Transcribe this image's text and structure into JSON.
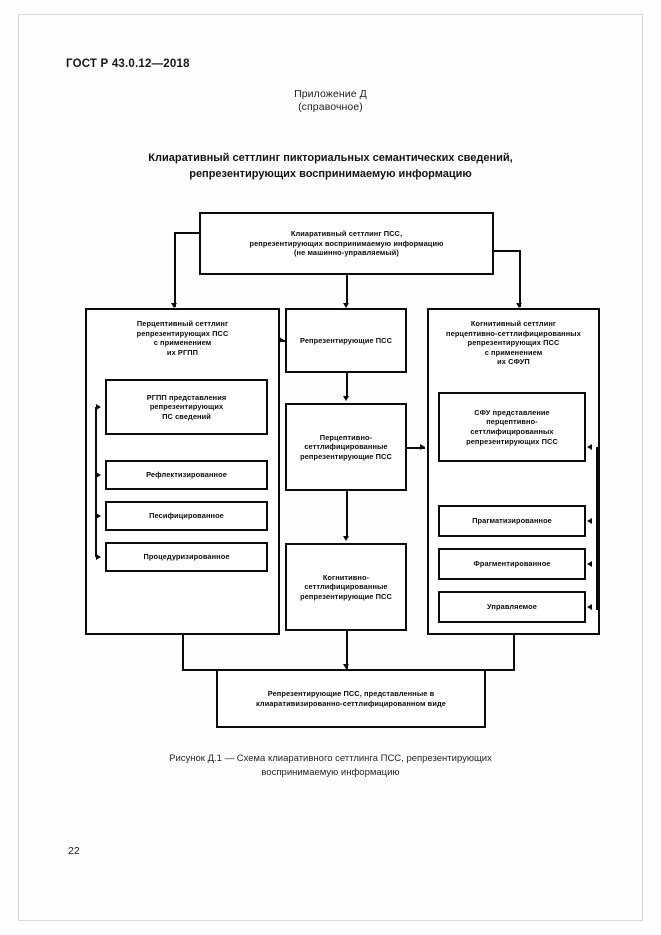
{
  "header": {
    "standard_id": "ГОСТ Р 43.0.12—2018",
    "page_number": "22"
  },
  "annex": {
    "line1": "Приложение Д",
    "line2": "(справочное)"
  },
  "title": {
    "line1": "Клиаративный сеттлинг пикториальных семантических сведений,",
    "line2": "репрезентирующих воспринимаемую информацию"
  },
  "diagram": {
    "top_node": {
      "line1": "Клиаративный сеттлинг ПСС,",
      "line2": "репрезентирующих воспринимаемую информацию",
      "line3": "(не машинно-управляемый)"
    },
    "left_group": {
      "title_line1": "Перцептивный сеттлинг",
      "title_line2": "репрезентирующих ПСС",
      "title_line3": "с применением",
      "title_line4": "их РГПП",
      "items": [
        {
          "line1": "РГПП представления",
          "line2": "репрезентирующих",
          "line3": "ПС сведений"
        },
        {
          "line1": "Рефлектизированное"
        },
        {
          "line1": "Песифицированное"
        },
        {
          "line1": "Процедуризированное"
        }
      ]
    },
    "center_nodes": [
      {
        "line1": "Репрезентирующие ПСС"
      },
      {
        "line1": "Перцептивно-",
        "line2": "сеттлифицированные",
        "line3": "репрезентирующие ПСС"
      },
      {
        "line1": "Когнитивно-",
        "line2": "сеттлифицированные",
        "line3": "репрезентирующие ПСС"
      }
    ],
    "right_group": {
      "title_line1": "Когнитивный сеттлинг",
      "title_line2": "перцептивно-сеттлифицированных",
      "title_line3": "репрезентирующих ПСС",
      "title_line4": "с применением",
      "title_line5": "их СФУП",
      "items": [
        {
          "line1": "СФУ представление",
          "line2": "перцептивно-",
          "line3": "сеттлифицированных",
          "line4": "репрезентирующих ПСС"
        },
        {
          "line1": "Прагматизированное"
        },
        {
          "line1": "Фрагментированное"
        },
        {
          "line1": "Управляемое"
        }
      ]
    },
    "bottom_node": {
      "line1": "Репрезентирующие ПСС, представленные в",
      "line2": "клиаративизированно-сеттлифицированном виде"
    }
  },
  "figure_caption": {
    "line1": "Рисунок Д.1 — Схема клиаративного сеттлинга ПСС, репрезентирующих",
    "line2": "воспринимаемую информацию"
  }
}
